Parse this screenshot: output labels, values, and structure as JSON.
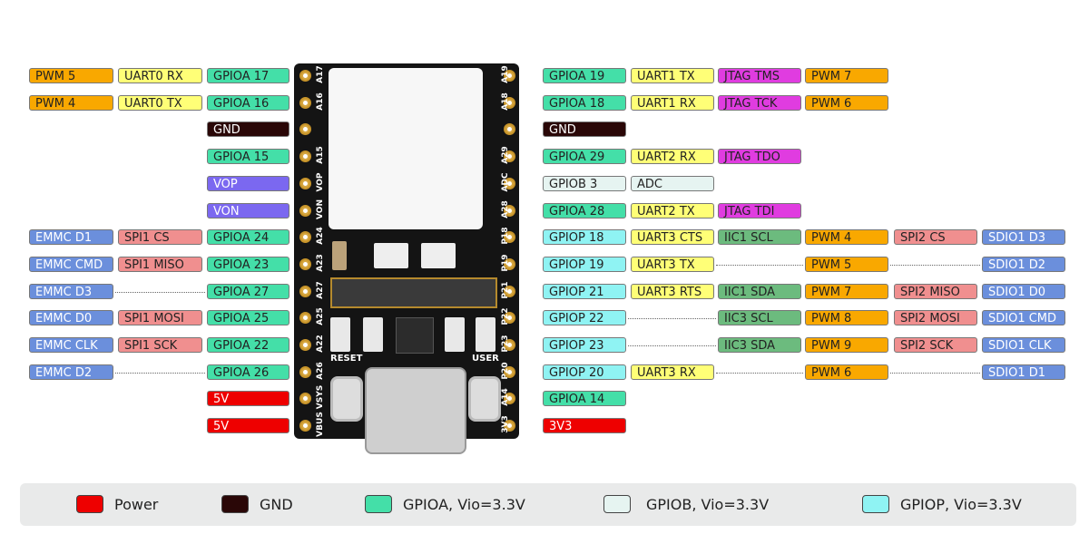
{
  "colors": {
    "pwm": "#f9a800",
    "uart": "#ffff77",
    "gpioa": "#44dfa8",
    "gnd": "#2a0707",
    "jtag": "#e03ce0",
    "gpiob": "#e6f4f1",
    "gpiop": "#8ff3f3",
    "emmc": "#6b8fdc",
    "spi": "#f08f8f",
    "iic": "#6cbb7e",
    "sdio": "#6b8fdc",
    "vo": "#7b68f0",
    "power": "#ee0000"
  },
  "left_rows": [
    {
      "key": "r0",
      "cells": [
        {
          "t": "PWM 5",
          "c": "pwm"
        },
        {
          "t": "UART0 RX",
          "c": "uart"
        },
        {
          "t": "GPIOA 17",
          "c": "gpioa"
        }
      ],
      "silk": "A17"
    },
    {
      "key": "r1",
      "cells": [
        {
          "t": "PWM 4",
          "c": "pwm"
        },
        {
          "t": "UART0 TX",
          "c": "uart"
        },
        {
          "t": "GPIOA 16",
          "c": "gpioa"
        }
      ],
      "silk": "A16"
    },
    {
      "key": "r2",
      "cells": [
        null,
        null,
        {
          "t": "GND",
          "c": "gnd"
        }
      ],
      "silk": ""
    },
    {
      "key": "r3",
      "cells": [
        null,
        null,
        {
          "t": "GPIOA 15",
          "c": "gpioa"
        }
      ],
      "silk": "A15"
    },
    {
      "key": "r4",
      "cells": [
        null,
        null,
        {
          "t": "VOP",
          "c": "vo"
        }
      ],
      "silk": "VOP"
    },
    {
      "key": "r5",
      "cells": [
        null,
        null,
        {
          "t": "VON",
          "c": "vo"
        }
      ],
      "silk": "VON"
    },
    {
      "key": "r6",
      "cells": [
        {
          "t": "EMMC D1",
          "c": "emmc"
        },
        {
          "t": "SPI1 CS",
          "c": "spi"
        },
        {
          "t": "GPIOA 24",
          "c": "gpioa"
        }
      ],
      "silk": "A24"
    },
    {
      "key": "r7",
      "cells": [
        {
          "t": "EMMC CMD",
          "c": "emmc"
        },
        {
          "t": "SPI1 MISO",
          "c": "spi"
        },
        {
          "t": "GPIOA 23",
          "c": "gpioa"
        }
      ],
      "silk": "A23"
    },
    {
      "key": "r8",
      "cells": [
        {
          "t": "EMMC D3",
          "c": "emmc"
        },
        "dots",
        {
          "t": "GPIOA 27",
          "c": "gpioa"
        }
      ],
      "silk": "A27"
    },
    {
      "key": "r9",
      "cells": [
        {
          "t": "EMMC D0",
          "c": "emmc"
        },
        {
          "t": "SPI1 MOSI",
          "c": "spi"
        },
        {
          "t": "GPIOA 25",
          "c": "gpioa"
        }
      ],
      "silk": "A25"
    },
    {
      "key": "r10",
      "cells": [
        {
          "t": "EMMC CLK",
          "c": "emmc"
        },
        {
          "t": "SPI1 SCK",
          "c": "spi"
        },
        {
          "t": "GPIOA 22",
          "c": "gpioa"
        }
      ],
      "silk": "A22"
    },
    {
      "key": "r11",
      "cells": [
        {
          "t": "EMMC D2",
          "c": "emmc"
        },
        "dots",
        {
          "t": "GPIOA 26",
          "c": "gpioa"
        }
      ],
      "silk": "A26"
    },
    {
      "key": "r12",
      "cells": [
        null,
        null,
        {
          "t": "5V",
          "c": "power"
        }
      ],
      "silk": "VSYS"
    },
    {
      "key": "r13",
      "cells": [
        null,
        null,
        {
          "t": "5V",
          "c": "power"
        }
      ],
      "silk": "VBUS"
    }
  ],
  "right_rows": [
    {
      "key": "r0",
      "cells": [
        {
          "t": "GPIOA 19",
          "c": "gpioa"
        },
        {
          "t": "UART1 TX",
          "c": "uart"
        },
        {
          "t": "JTAG TMS",
          "c": "jtag"
        },
        {
          "t": "PWM 7",
          "c": "pwm"
        },
        null,
        null
      ],
      "silk": "A19"
    },
    {
      "key": "r1",
      "cells": [
        {
          "t": "GPIOA 18",
          "c": "gpioa"
        },
        {
          "t": "UART1 RX",
          "c": "uart"
        },
        {
          "t": "JTAG TCK",
          "c": "jtag"
        },
        {
          "t": "PWM 6",
          "c": "pwm"
        },
        null,
        null
      ],
      "silk": "A18"
    },
    {
      "key": "r2",
      "cells": [
        {
          "t": "GND",
          "c": "gnd"
        },
        null,
        null,
        null,
        null,
        null
      ],
      "silk": ""
    },
    {
      "key": "r3",
      "cells": [
        {
          "t": "GPIOA 29",
          "c": "gpioa"
        },
        {
          "t": "UART2 RX",
          "c": "uart"
        },
        {
          "t": "JTAG TDO",
          "c": "jtag"
        },
        null,
        null,
        null
      ],
      "silk": "A29"
    },
    {
      "key": "r4",
      "cells": [
        {
          "t": "GPIOB 3",
          "c": "gpiob"
        },
        {
          "t": "ADC",
          "c": "gpiob"
        },
        null,
        null,
        null,
        null
      ],
      "silk": "ADC"
    },
    {
      "key": "r5",
      "cells": [
        {
          "t": "GPIOA 28",
          "c": "gpioa"
        },
        {
          "t": "UART2 TX",
          "c": "uart"
        },
        {
          "t": "JTAG TDI",
          "c": "jtag"
        },
        null,
        null,
        null
      ],
      "silk": "A28"
    },
    {
      "key": "r6",
      "cells": [
        {
          "t": "GPIOP 18",
          "c": "gpiop"
        },
        {
          "t": "UART3 CTS",
          "c": "uart"
        },
        {
          "t": "IIC1 SCL",
          "c": "iic"
        },
        {
          "t": "PWM 4",
          "c": "pwm"
        },
        {
          "t": "SPI2 CS",
          "c": "spi"
        },
        {
          "t": "SDIO1 D3",
          "c": "sdio"
        }
      ],
      "silk": "P18"
    },
    {
      "key": "r7",
      "cells": [
        {
          "t": "GPIOP 19",
          "c": "gpiop"
        },
        {
          "t": "UART3 TX",
          "c": "uart"
        },
        "dots",
        {
          "t": "PWM 5",
          "c": "pwm"
        },
        "dots",
        {
          "t": "SDIO1 D2",
          "c": "sdio"
        }
      ],
      "silk": "P19"
    },
    {
      "key": "r8",
      "cells": [
        {
          "t": "GPIOP 21",
          "c": "gpiop"
        },
        {
          "t": "UART3 RTS",
          "c": "uart"
        },
        {
          "t": "IIC1 SDA",
          "c": "iic"
        },
        {
          "t": "PWM 7",
          "c": "pwm"
        },
        {
          "t": "SPI2 MISO",
          "c": "spi"
        },
        {
          "t": "SDIO1 D0",
          "c": "sdio"
        }
      ],
      "silk": "P21"
    },
    {
      "key": "r9",
      "cells": [
        {
          "t": "GPIOP 22",
          "c": "gpiop"
        },
        "dots",
        {
          "t": "IIC3 SCL",
          "c": "iic"
        },
        {
          "t": "PWM 8",
          "c": "pwm"
        },
        {
          "t": "SPI2 MOSI",
          "c": "spi"
        },
        {
          "t": "SDIO1 CMD",
          "c": "sdio"
        }
      ],
      "silk": "P22"
    },
    {
      "key": "r10",
      "cells": [
        {
          "t": "GPIOP 23",
          "c": "gpiop"
        },
        "dots",
        {
          "t": "IIC3 SDA",
          "c": "iic"
        },
        {
          "t": "PWM 9",
          "c": "pwm"
        },
        {
          "t": "SPI2 SCK",
          "c": "spi"
        },
        {
          "t": "SDIO1 CLK",
          "c": "sdio"
        }
      ],
      "silk": "P23"
    },
    {
      "key": "r11",
      "cells": [
        {
          "t": "GPIOP 20",
          "c": "gpiop"
        },
        {
          "t": "UART3 RX",
          "c": "uart"
        },
        "dots",
        {
          "t": "PWM 6",
          "c": "pwm"
        },
        "dots",
        {
          "t": "SDIO1 D1",
          "c": "sdio"
        }
      ],
      "silk": "P20"
    },
    {
      "key": "r12",
      "cells": [
        {
          "t": "GPIOA 14",
          "c": "gpioa"
        },
        null,
        null,
        null,
        null,
        null
      ],
      "silk": "A14"
    },
    {
      "key": "r13",
      "cells": [
        {
          "t": "3V3",
          "c": "power"
        },
        null,
        null,
        null,
        null,
        null
      ],
      "silk": "3V3"
    }
  ],
  "board": {
    "reset_label": "RESET",
    "user_label": "USER"
  },
  "legend": [
    {
      "t": "Power",
      "c": "power"
    },
    {
      "t": "GND",
      "c": "gnd"
    },
    {
      "t": "GPIOA, Vio=3.3V",
      "c": "gpioa"
    },
    {
      "t": "GPIOB, Vio=3.3V",
      "c": "gpiob"
    },
    {
      "t": "GPIOP, Vio=3.3V",
      "c": "gpiop"
    }
  ]
}
